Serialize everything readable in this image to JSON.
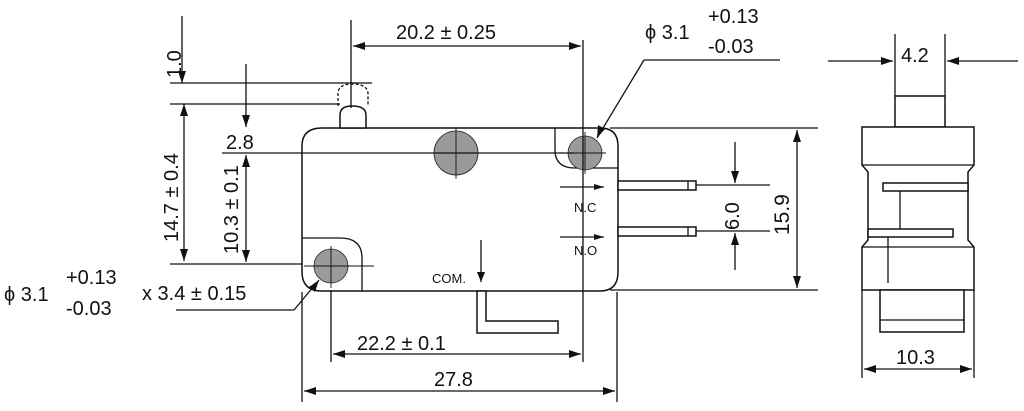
{
  "dimensions": {
    "plunger_travel": "1.0",
    "width_plunger_to_hole": "20.2 ± 0.25",
    "mount_hole_top": {
      "diameter_prefix": "ϕ 3.1",
      "tol_plus": "+0.13",
      "tol_minus": "-0.03"
    },
    "mount_hole_bottom": {
      "diameter_prefix": "ϕ 3.1",
      "tol_plus": "+0.13",
      "tol_minus": "-0.03",
      "suffix": "x 3.4 ± 0.15"
    },
    "plunger_height": "2.8",
    "overall_height": "14.7 ± 0.4",
    "hole_spacing_vertical": "10.3 ± 0.1",
    "terminal_spacing": "6.0",
    "body_height": "15.9",
    "hole_spacing_horizontal": "22.2 ± 0.1",
    "body_length": "27.8",
    "side_plunger_width": "4.2",
    "side_body_width": "10.3"
  },
  "terminals": {
    "nc": "N.C",
    "no": "N.O",
    "com": "COM."
  }
}
